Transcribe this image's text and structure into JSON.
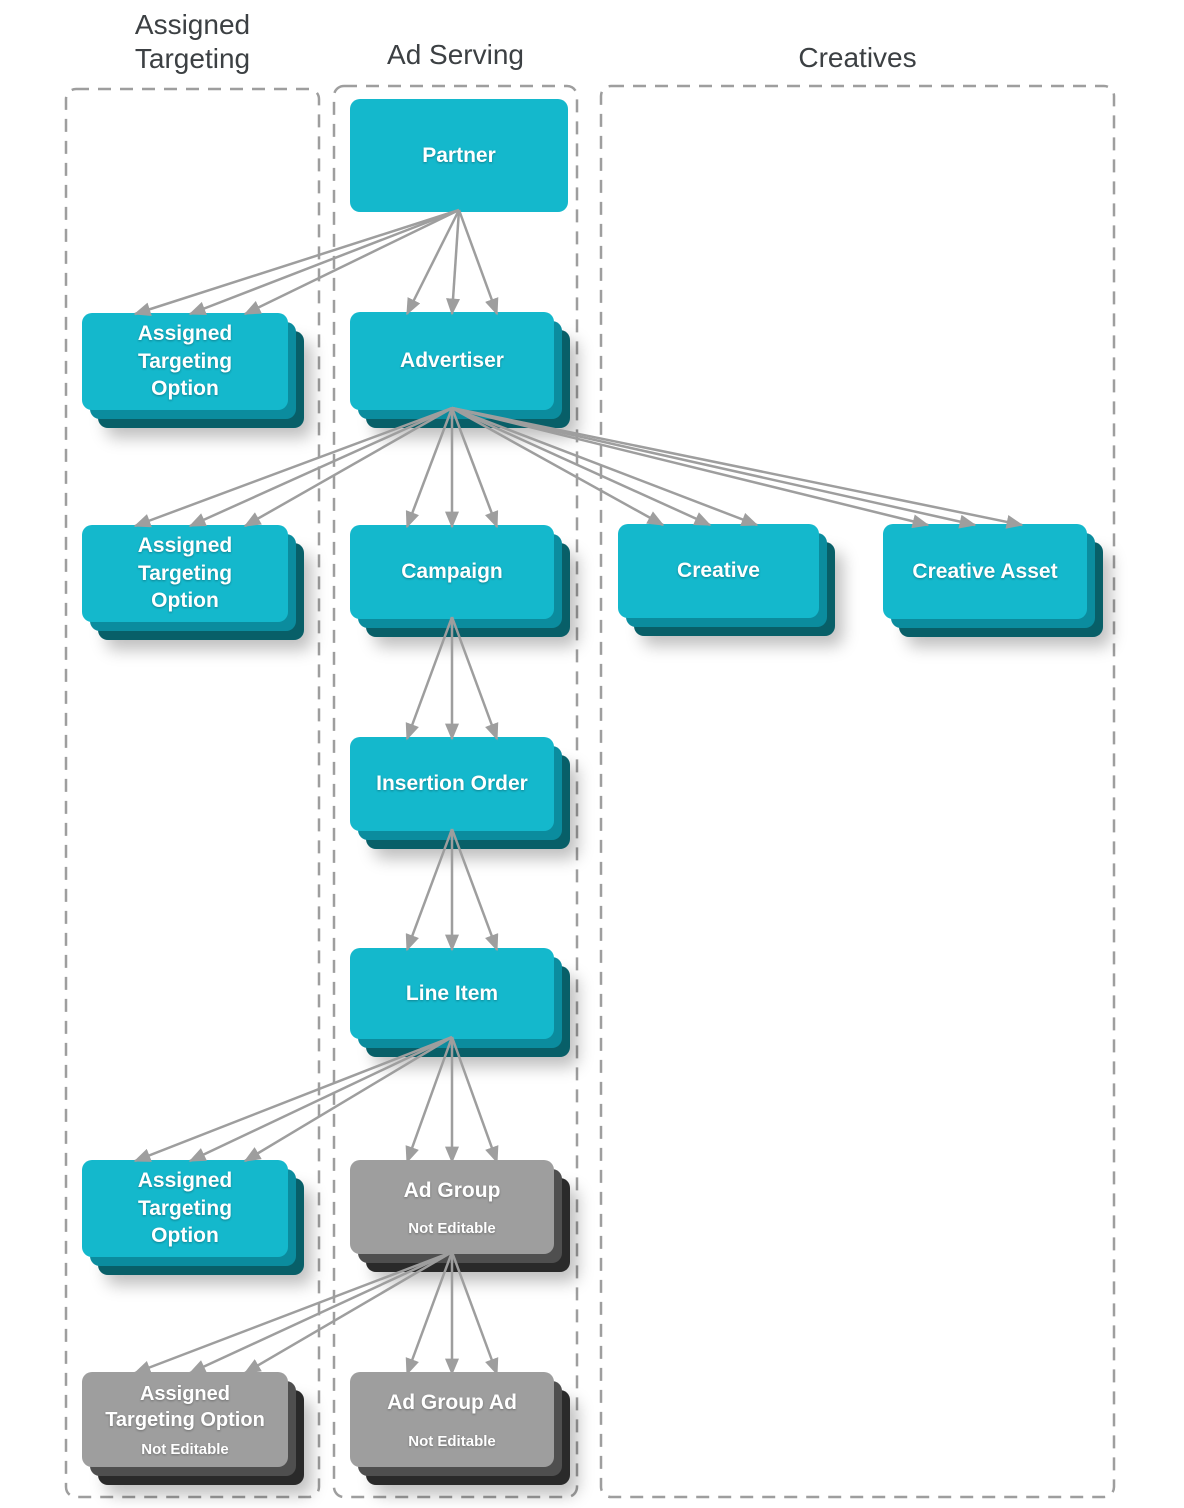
{
  "columns": {
    "assigned_targeting": {
      "title": "Assigned Targeting"
    },
    "ad_serving": {
      "title": "Ad Serving"
    },
    "creatives": {
      "title": "Creatives"
    }
  },
  "nodes": {
    "partner": {
      "label": "Partner"
    },
    "ato1": {
      "label": "Assigned\nTargeting\nOption"
    },
    "advertiser": {
      "label": "Advertiser"
    },
    "ato2": {
      "label": "Assigned\nTargeting\nOption"
    },
    "campaign": {
      "label": "Campaign"
    },
    "creative": {
      "label": "Creative"
    },
    "creative_asset": {
      "label": "Creative Asset"
    },
    "insertion_order": {
      "label": "Insertion Order"
    },
    "line_item": {
      "label": "Line Item"
    },
    "ato3": {
      "label": "Assigned\nTargeting\nOption"
    },
    "ad_group": {
      "label": "Ad Group",
      "sublabel": "Not Editable"
    },
    "ato4": {
      "label": "Assigned\nTargeting Option",
      "sublabel": "Not Editable"
    },
    "ad_group_ad": {
      "label": "Ad Group Ad",
      "sublabel": "Not Editable"
    }
  },
  "edges": [
    {
      "from": "partner",
      "to": "ato1",
      "mode": "left"
    },
    {
      "from": "partner",
      "to": "advertiser",
      "mode": "down"
    },
    {
      "from": "advertiser",
      "to": "ato2",
      "mode": "left"
    },
    {
      "from": "advertiser",
      "to": "campaign",
      "mode": "down"
    },
    {
      "from": "advertiser",
      "to": "creative",
      "mode": "right"
    },
    {
      "from": "advertiser",
      "to": "creative_asset",
      "mode": "right"
    },
    {
      "from": "campaign",
      "to": "insertion_order",
      "mode": "down"
    },
    {
      "from": "insertion_order",
      "to": "line_item",
      "mode": "down"
    },
    {
      "from": "line_item",
      "to": "ato3",
      "mode": "left"
    },
    {
      "from": "line_item",
      "to": "ad_group",
      "mode": "down"
    },
    {
      "from": "ad_group",
      "to": "ato4",
      "mode": "left"
    },
    {
      "from": "ad_group",
      "to": "ad_group_ad",
      "mode": "down"
    }
  ],
  "colors": {
    "node_editable": "#14b8cc",
    "node_editable_layer2": "#0b8c9e",
    "node_editable_layer3": "#085f68",
    "node_not_editable": "#9e9e9e",
    "node_not_editable_layer2": "#4f4f4f",
    "node_not_editable_layer3": "#2a2a2a",
    "arrow": "#9e9e9e",
    "column_border": "#9e9e9e",
    "node_text": "#ffffff",
    "header_text": "#3c4043"
  }
}
